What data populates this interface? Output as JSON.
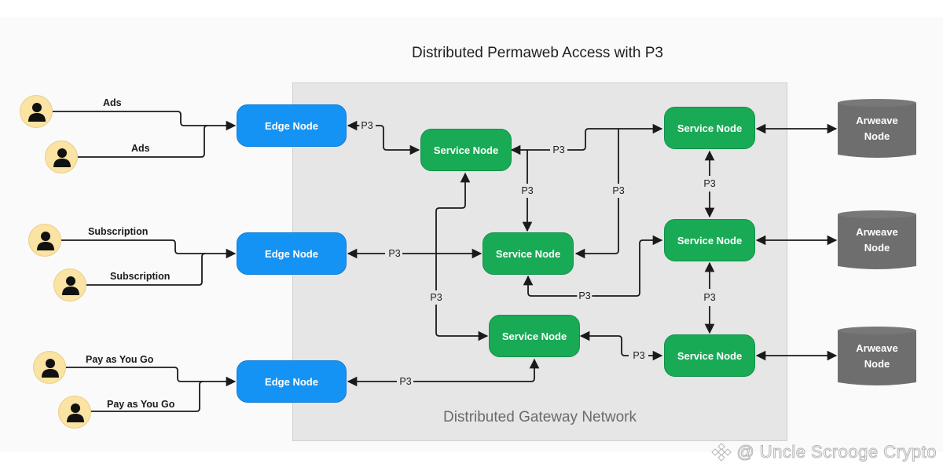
{
  "title": "Distributed Permaweb Access with P3",
  "gateway": {
    "label": "Distributed Gateway Network"
  },
  "colors": {
    "edge_node": "#1593f5",
    "service_node": "#19aa55",
    "arweave_node": "#6e6e6e",
    "user_avatar": "#fae3a3",
    "gateway_bg": "#e6e6e6"
  },
  "users": [
    {
      "icon": "user-icon",
      "flow": "Ads"
    },
    {
      "icon": "user-icon",
      "flow": "Ads"
    },
    {
      "icon": "user-icon",
      "flow": "Subscription"
    },
    {
      "icon": "user-icon",
      "flow": "Subscription"
    },
    {
      "icon": "user-icon",
      "flow": "Pay as You Go"
    },
    {
      "icon": "user-icon",
      "flow": "Pay as You Go"
    }
  ],
  "edge_nodes": [
    {
      "label": "Edge Node"
    },
    {
      "label": "Edge Node"
    },
    {
      "label": "Edge Node"
    }
  ],
  "service_nodes": [
    {
      "label": "Service Node"
    },
    {
      "label": "Service Node"
    },
    {
      "label": "Service Node"
    },
    {
      "label": "Service Node"
    },
    {
      "label": "Service Node"
    },
    {
      "label": "Service Node"
    }
  ],
  "arweave_nodes": [
    {
      "line1": "Arweave",
      "line2": "Node"
    },
    {
      "line1": "Arweave",
      "line2": "Node"
    },
    {
      "line1": "Arweave",
      "line2": "Node"
    }
  ],
  "protocol_label": "P3",
  "watermark": {
    "icon": "binance-diamond-icon",
    "text": "@ Uncle Scrooge Crypto"
  }
}
